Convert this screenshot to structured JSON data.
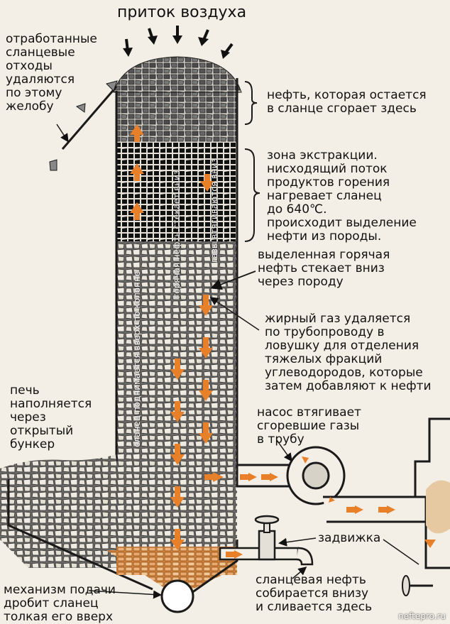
{
  "title": "приток воздуха",
  "labels": {
    "waste": "отработанные\nсланцевые\nотходы\nудаляются\nпо этому\nжелобу",
    "burn": "нефть, которая остается\nв сланце сгорает здесь",
    "extraction": "зона экстракции.\nнисходящий поток\nпродуктов горения\nнагревает сланец\nдо 640℃.\nпроисходит выделение\nнефти из породы.",
    "hot_oil": "выделенная горячая\nнефть стекает вниз\nчерез породу",
    "fat_gas": "жирный газ удаляется\nпо трубопроводу в\nловушку для отделения\nтяжелых фракций\nуглеводородов, которые\nзатем добавляют к нефти",
    "pump": "насос втягивает\nсгоревшие газы\nв трубу",
    "furnace": "печь\nнаполняется\nчерез\nоткрытый\nбункер",
    "valve": "задвижка",
    "collect": "сланцевая нефть\nсобирается внизу\nи сливается здесь",
    "feed": "механизм подачи\nдробит сланец\nтолкая его вверх"
  },
  "column_labels": {
    "up": "сланец поднимается вверх по колонне",
    "down": "горячая нефть стекает вниз",
    "gases": "газы втягиваются вниз"
  },
  "watermark": "neftepro.ru",
  "colors": {
    "background": "#f4efe6",
    "rock": "#e9e4da",
    "coal": "#111111",
    "arrow": "#e8802a",
    "outline": "#1a1a1a"
  }
}
